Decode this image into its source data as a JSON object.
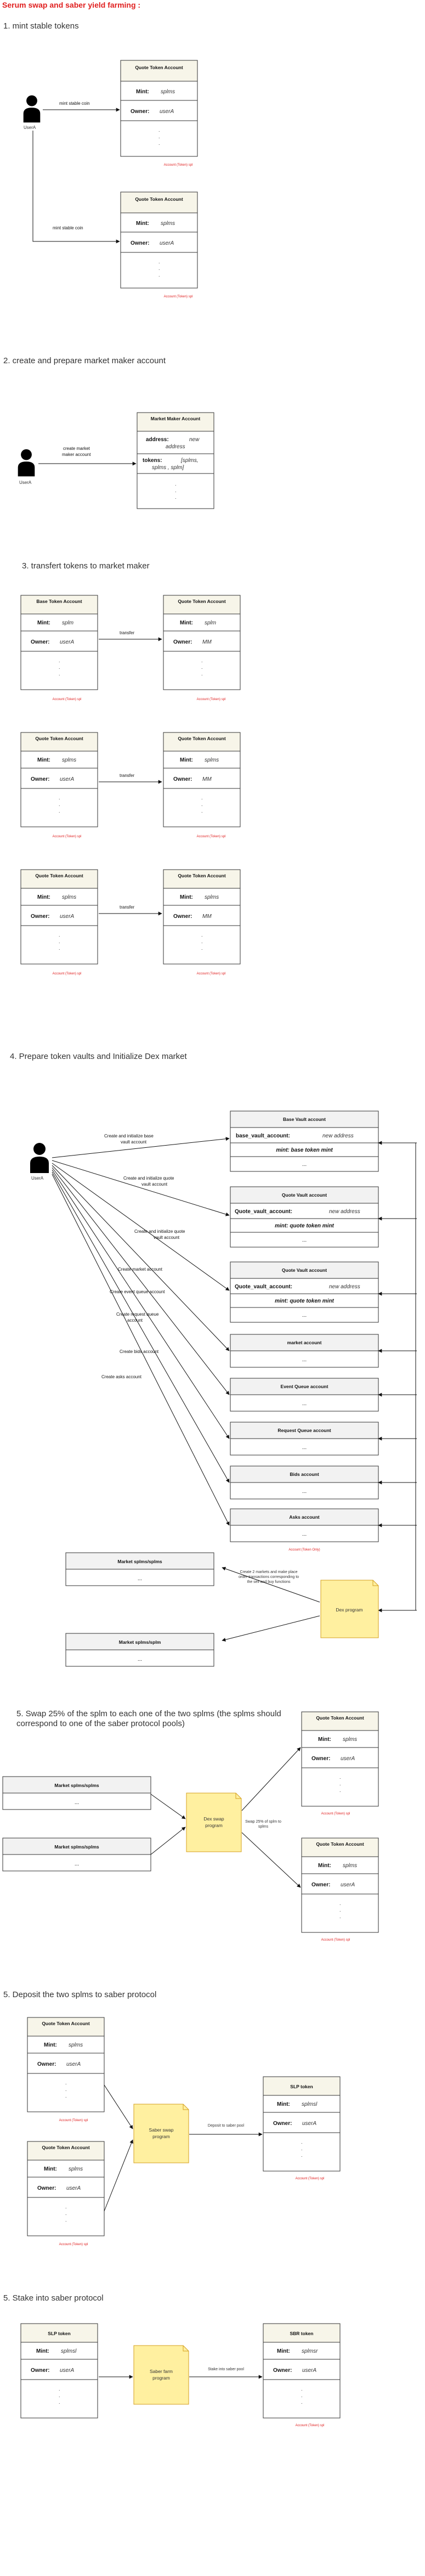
{
  "title": "Serum swap and  saber yield farming :",
  "colors": {
    "title": "#e02020",
    "box_header": "#f7f5e9",
    "generic_header": "#f2f2f2",
    "program": "#fff0a0",
    "caption": "#e02020"
  },
  "icons": {
    "user": "user-silhouette-icon",
    "arrow": "arrow-head-icon"
  },
  "common": {
    "user_label": "UserA",
    "mint_label": "Mint:",
    "owner_label": "Owner:",
    "dots": ".",
    "caption": "Account  (Token) spl",
    "empty_row": "..."
  },
  "boxes": {
    "quote_token_account": "Quote Token Account",
    "base_token_account": "Base Token Account",
    "market_maker_account": "Market Maker Account",
    "slp_token": "SLP token",
    "sbr_token": "SBR token"
  },
  "values": {
    "splms": "splms",
    "splm": "splm",
    "user_a": "userA",
    "mm": "MM",
    "splmsl": "splmsl",
    "splmsr": "splmsr"
  },
  "s1": {
    "heading": "1. mint stable tokens",
    "edge1": "mint stable coin",
    "edge2": "mint stable coin"
  },
  "s2": {
    "heading": "2. create and prepare market maker account",
    "edge_line1": "create market",
    "edge_line2": "maker account",
    "address_label": "address:",
    "address_value_1": "new",
    "address_value_2": "address",
    "tokens_label": "tokens:",
    "tokens_value_1": "[splms,",
    "tokens_value_2": "splms , splm]"
  },
  "s3": {
    "heading": "3. transfert tokens to market maker",
    "edge": "transfer"
  },
  "s4": {
    "heading": "4. Prepare token vaults and Initialize Dex market",
    "base_vault_header": "Base Vault account",
    "base_vault_row1_label": "base_vault_account:",
    "base_vault_row1_value": "new address",
    "base_vault_row2": "mint: base token mint",
    "quote_vault_header": "Quote Vault account",
    "quote_vault_row1_label": "Quote_vault_account:",
    "quote_vault_row1_value": "new address",
    "quote_vault_row2": "mint: quote token mint",
    "market_account": "market account",
    "event_queue_account": "Event Queue account",
    "request_queue_account": "Request Queue account",
    "bids_account": "Bids account",
    "asks_account": "Asks account",
    "edge_base_1": "Create  and initialize base",
    "edge_base_2": "vault account",
    "edge_quote_1": "Create  and initialize quote",
    "edge_quote_2": "vault account",
    "edge_quote2_1": "Create  and initialize quote",
    "edge_quote2_2": "vault account",
    "edge_market": "Create market account",
    "edge_event": "Create event queue account",
    "edge_request_1": "Create request queue",
    "edge_request_2": "account",
    "edge_bids": "Create bids account",
    "edge_asks": "Create asks account",
    "caption": "Account (Token Only)",
    "market_splms_splms": "Market splms/splms",
    "market_splms_splm": "Market splms/splm",
    "dex_program_line1": "Dex program",
    "edge_dex_1": "Create 2 markets and make place",
    "edge_dex_2": "order transactions corresponding to",
    "edge_dex_3": "the sell and buy functions"
  },
  "s5": {
    "heading_line1": "5. Swap 25% of the splm to each one of the two splms (the splms should",
    "heading_line2": "correspond to one of the saber protocol pools)",
    "market_splms_splms": "Market splms/splms",
    "market_splms_splm": "Market splms/splms",
    "dex_program_line1": "Dex swap",
    "dex_program_line2": "program",
    "edge_1": "Swap 25% of splm to",
    "edge_2": "splms"
  },
  "s6": {
    "heading": "5. Deposit the two splms to saber protocol",
    "program_line1": "Saber swap",
    "program_line2": "program",
    "edge": "Deposit to saber pool"
  },
  "s7": {
    "heading": "5. Stake into saber protocol",
    "program_line1": "Saber farm",
    "program_line2": "program",
    "edge": "Stake into saber pool"
  }
}
